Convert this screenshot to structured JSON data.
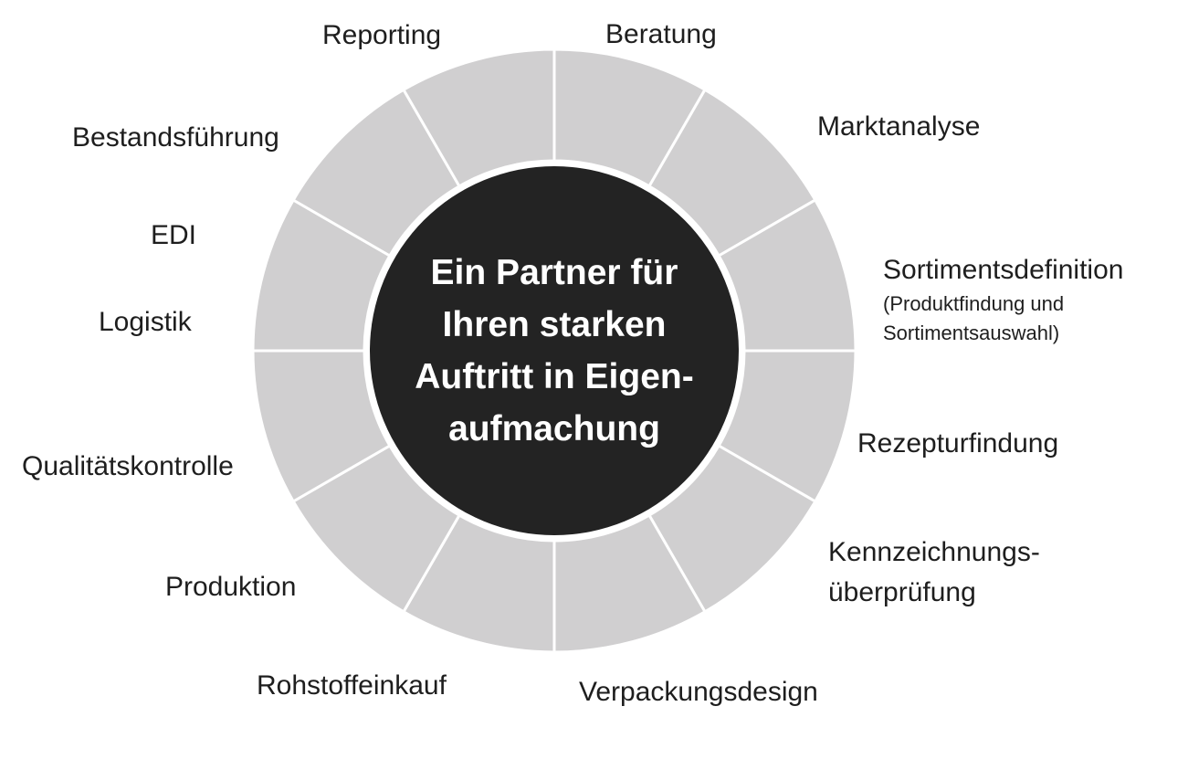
{
  "center_text": [
    "Ein Partner für",
    "Ihren starken",
    "Auftritt in Eigen-",
    "aufmachung"
  ],
  "colors": {
    "ring": "#d0cfd0",
    "core": "#232323",
    "divider": "#ffffff"
  },
  "segment_count": 12,
  "labels": {
    "beratung": "Beratung",
    "marktanalyse": "Marktanalyse",
    "sortimentsdefinition": "Sortimentsdefinition",
    "sortimentsdefinition_sub1": "(Produktfindung und",
    "sortimentsdefinition_sub2": "Sortimentsauswahl)",
    "rezepturfindung": "Rezepturfindung",
    "kennzeichnung1": "Kennzeichnungs-",
    "kennzeichnung2": "überprüfung",
    "verpackungsdesign": "Verpackungsdesign",
    "rohstoffeinkauf": "Rohstoffeinkauf",
    "produktion": "Produktion",
    "qualitaetskontrolle": "Qualitätskontrolle",
    "logistik": "Logistik",
    "edi": "EDI",
    "bestandsfuehrung": "Bestandsführung",
    "reporting": "Reporting"
  }
}
